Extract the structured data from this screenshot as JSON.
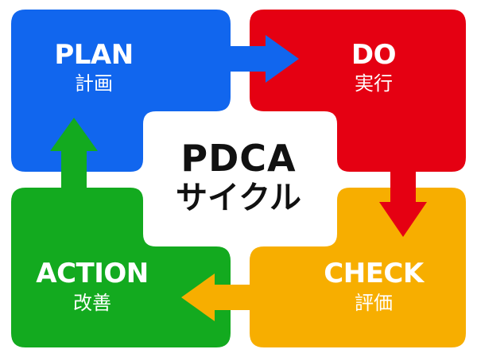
{
  "center": {
    "line1": "PDCA",
    "line2": "サイクル"
  },
  "quadrants": {
    "plan": {
      "en": "PLAN",
      "ja": "計画",
      "color": "#1166ee"
    },
    "do": {
      "en": "DO",
      "ja": "実行",
      "color": "#e50012"
    },
    "check": {
      "en": "CHECK",
      "ja": "評価",
      "color": "#f7ae00"
    },
    "action": {
      "en": "ACTION",
      "ja": "改善",
      "color": "#13aa1f"
    }
  },
  "background": "#ffffff"
}
